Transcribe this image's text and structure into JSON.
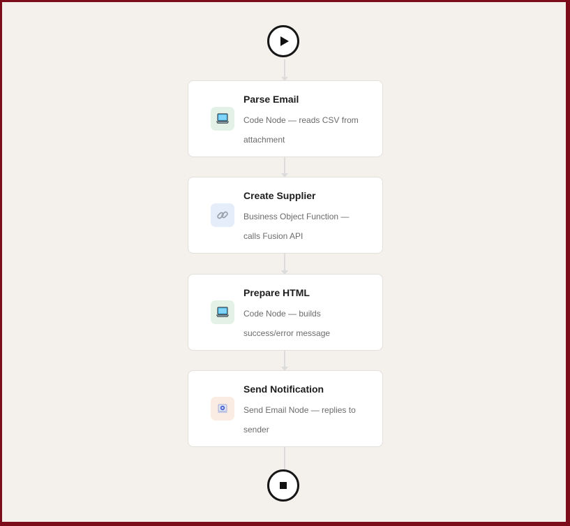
{
  "flow": {
    "start": {
      "icon": "play-icon"
    },
    "end": {
      "icon": "stop-icon"
    },
    "nodes": [
      {
        "title": "Parse Email",
        "description": "Code Node — reads CSV from attachment",
        "icon": "laptop-icon",
        "icon_bg": "#e4f1e6"
      },
      {
        "title": "Create Supplier",
        "description": "Business Object Function — calls Fusion API",
        "icon": "link-icon",
        "icon_bg": "#e6edfa"
      },
      {
        "title": "Prepare HTML",
        "description": "Code Node — builds success/error message",
        "icon": "laptop-icon",
        "icon_bg": "#e4f1e6"
      },
      {
        "title": "Send Notification",
        "description": "Send Email Node — replies to sender",
        "icon": "email-icon",
        "icon_bg": "#fbece3"
      }
    ]
  },
  "colors": {
    "frame_border": "#7d0c1a",
    "canvas_bg": "#f4f0ec",
    "connector": "#dcdcdc",
    "terminal_border": "#161616"
  }
}
